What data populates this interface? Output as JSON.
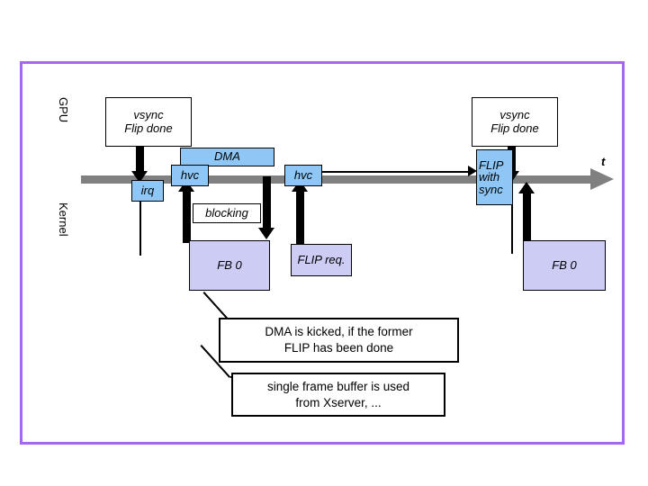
{
  "diagram": {
    "title_frame_color": "#a566f0",
    "timeline_color": "#808080",
    "blue_color": "#8ec7f5",
    "lavender_color": "#ccccf5",
    "axis_label": "t",
    "lanes": [
      {
        "id": "gpu",
        "label": "GPU"
      },
      {
        "id": "kernel",
        "label": "Kernel"
      }
    ],
    "boxes": {
      "vsync_left": {
        "line1": "vsync",
        "line2": "Flip done"
      },
      "vsync_right": {
        "line1": "vsync",
        "line2": "Flip done"
      },
      "irq": "irq",
      "hvc_1": "hvc",
      "hvc_2": "hvc",
      "dma": "DMA",
      "blocking": "blocking",
      "fb0_left": "FB 0",
      "flip_req": "FLIP req.",
      "flip_with_sync": {
        "line1": "FLIP",
        "line2": "with",
        "line3": "sync"
      },
      "fb0_right": "FB 0"
    },
    "callouts": [
      {
        "id": "dma-kicked",
        "line1": "DMA is kicked, if the former",
        "line2": "FLIP has been done"
      },
      {
        "id": "single-fb",
        "line1": "single frame buffer is used",
        "line2": "from Xserver, ..."
      }
    ]
  }
}
